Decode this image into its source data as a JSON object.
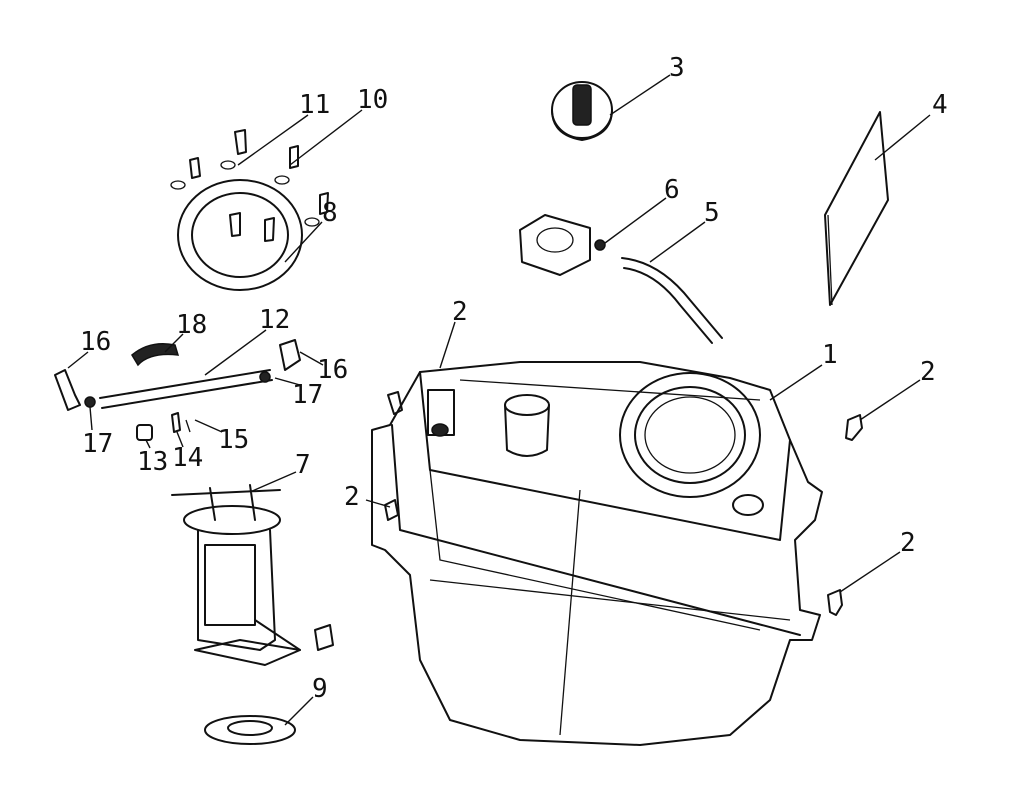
{
  "diagram": {
    "type": "exploded parts diagram",
    "callouts": [
      {
        "id": "c1",
        "label": "1"
      },
      {
        "id": "c2a",
        "label": "2"
      },
      {
        "id": "c2b",
        "label": "2"
      },
      {
        "id": "c2c",
        "label": "2"
      },
      {
        "id": "c2d",
        "label": "2"
      },
      {
        "id": "c3",
        "label": "3"
      },
      {
        "id": "c4",
        "label": "4"
      },
      {
        "id": "c5",
        "label": "5"
      },
      {
        "id": "c6",
        "label": "6"
      },
      {
        "id": "c7",
        "label": "7"
      },
      {
        "id": "c8",
        "label": "8"
      },
      {
        "id": "c9",
        "label": "9"
      },
      {
        "id": "c10",
        "label": "10"
      },
      {
        "id": "c11",
        "label": "11"
      },
      {
        "id": "c12",
        "label": "12"
      },
      {
        "id": "c13",
        "label": "13"
      },
      {
        "id": "c14",
        "label": "14"
      },
      {
        "id": "c15",
        "label": "15"
      },
      {
        "id": "c16a",
        "label": "16"
      },
      {
        "id": "c16b",
        "label": "16"
      },
      {
        "id": "c17a",
        "label": "17"
      },
      {
        "id": "c17b",
        "label": "17"
      },
      {
        "id": "c18",
        "label": "18"
      }
    ]
  }
}
